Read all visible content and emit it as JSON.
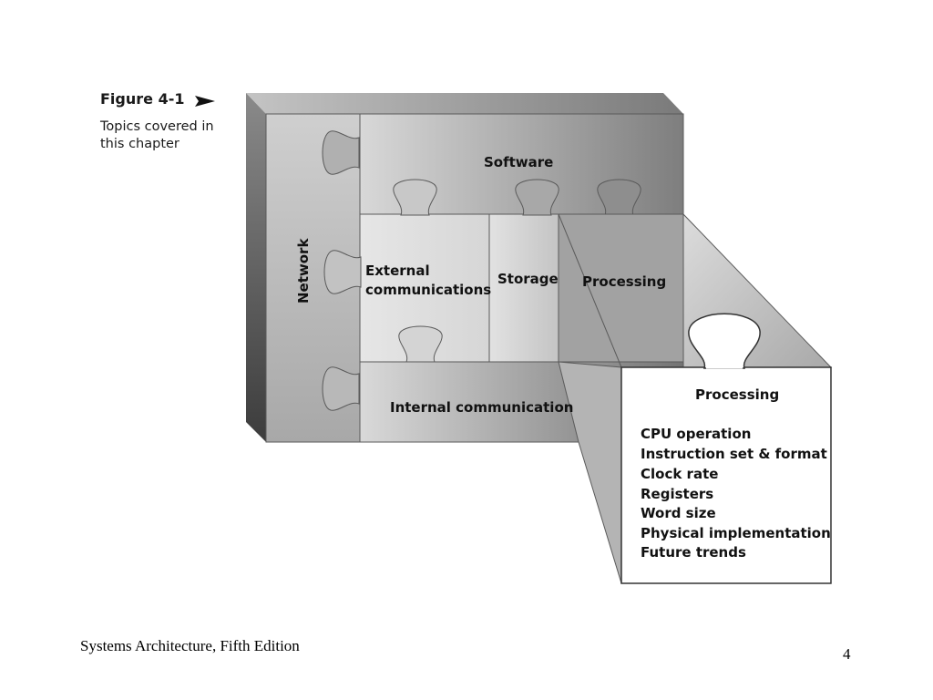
{
  "figure": {
    "label": "Figure 4-1",
    "caption": "Topics covered in this chapter"
  },
  "pieces": {
    "software": "Software",
    "network": "Network",
    "external_line1": "External",
    "external_line2": "communications",
    "storage": "Storage",
    "processing": "Processing",
    "internal": "Internal communication"
  },
  "callout": {
    "title": "Processing",
    "items": [
      "CPU operation",
      "Instruction set & format",
      "Clock rate",
      "Registers",
      "Word size",
      "Physical implementation",
      "Future trends"
    ]
  },
  "footer": {
    "book": "Systems Architecture, Fifth Edition",
    "page": "4"
  }
}
